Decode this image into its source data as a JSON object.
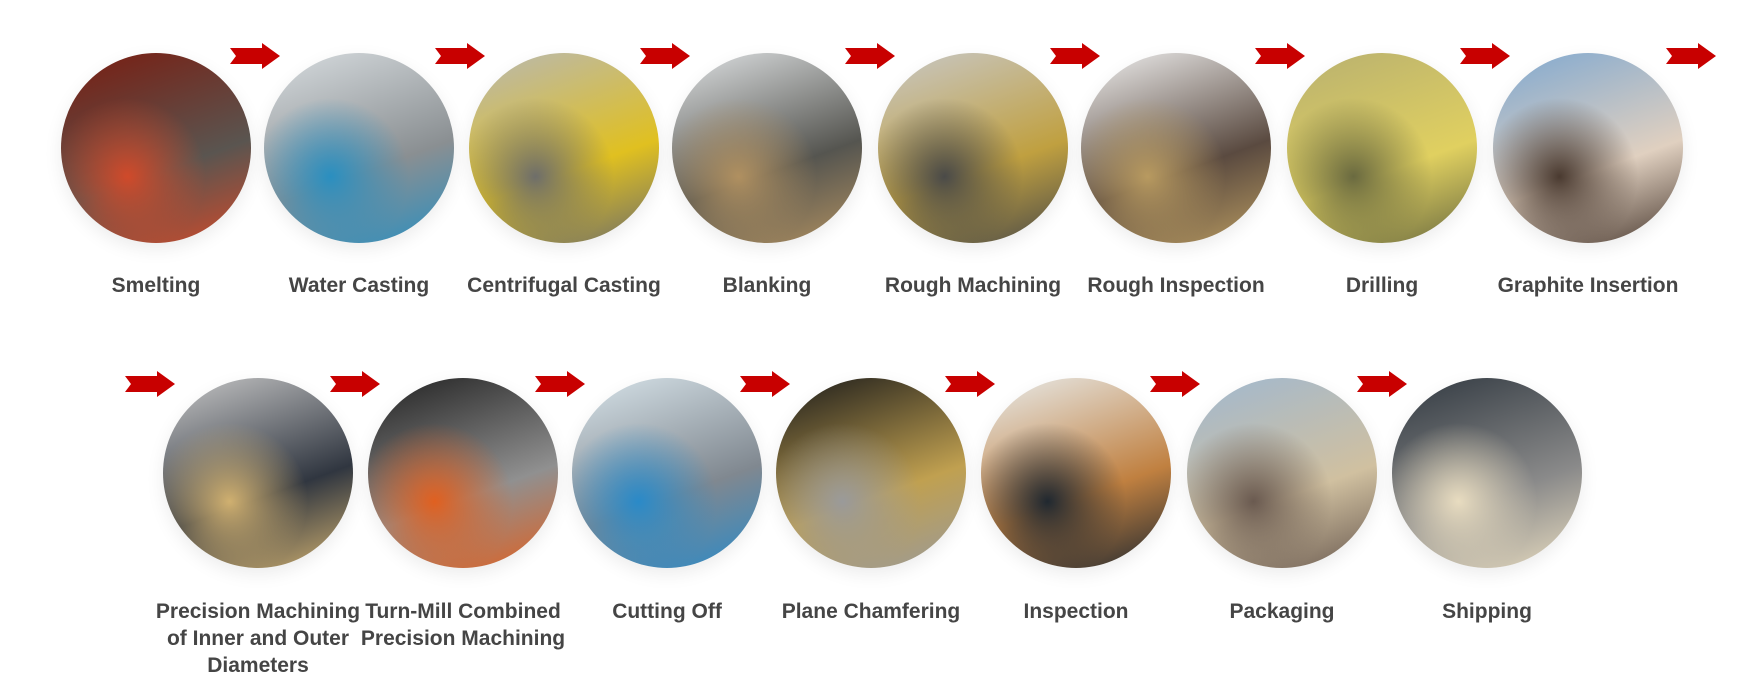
{
  "accent_color": "#c80000",
  "row1": [
    {
      "label": "Smelting",
      "photo": "furnace-molten-metal",
      "colors": [
        "#7a1c10",
        "#d04a2a",
        "#5a5550"
      ]
    },
    {
      "label": "Water Casting",
      "photo": "casting-workshop",
      "colors": [
        "#d8dde0",
        "#2a8fc0",
        "#8a8f92"
      ]
    },
    {
      "label": "Centrifugal Casting",
      "photo": "centrifugal-machine",
      "colors": [
        "#b8b8b4",
        "#6e6e6a",
        "#e0c020"
      ]
    },
    {
      "label": "Blanking",
      "photo": "bronze-bars",
      "colors": [
        "#dfe2e4",
        "#b09060",
        "#555550"
      ]
    },
    {
      "label": "Rough Machining",
      "photo": "lathe-machine",
      "colors": [
        "#c8c8c8",
        "#4a4a48",
        "#c0a040"
      ]
    },
    {
      "label": "Rough Inspection",
      "photo": "bronze-bushings",
      "colors": [
        "#f0f0f0",
        "#b89a60",
        "#5a4a40"
      ]
    },
    {
      "label": "Drilling",
      "photo": "drilling-machine",
      "colors": [
        "#b8b070",
        "#6a6a40",
        "#e0d060"
      ]
    },
    {
      "label": "Graphite Insertion",
      "photo": "workers-inserting-graphite",
      "colors": [
        "#7fa8d0",
        "#4a3a30",
        "#e0d0c0"
      ]
    }
  ],
  "row2": [
    {
      "label": "Precision Machining of Inner and Outer Diameters",
      "lines": [
        "Precision Machining",
        "of Inner and Outer",
        "Diameters"
      ],
      "photo": "vertical-lathe",
      "colors": [
        "#c8c8c8",
        "#d0b070",
        "#303640"
      ]
    },
    {
      "label": "Turn-Mill Combined Precision Machining",
      "lines": [
        "Turn-Mill Combined",
        "Precision Machining"
      ],
      "photo": "mazak-machine",
      "colors": [
        "#202020",
        "#e06020",
        "#909090"
      ]
    },
    {
      "label": "Cutting Off",
      "photo": "machine-hall",
      "colors": [
        "#d8e4ea",
        "#2a8ac8",
        "#808890"
      ]
    },
    {
      "label": "Plane Chamfering",
      "photo": "chamfering-closeup",
      "colors": [
        "#1a1a1a",
        "#9a9a9a",
        "#c0a050"
      ]
    },
    {
      "label": "Inspection",
      "photo": "cmm-inspection",
      "colors": [
        "#e8ecec",
        "#202830",
        "#c08040"
      ]
    },
    {
      "label": "Packaging",
      "photo": "workers-packaging",
      "colors": [
        "#a0b8d0",
        "#6a5a50",
        "#d0c0a0"
      ]
    },
    {
      "label": "Shipping",
      "photo": "wooden-crates",
      "colors": [
        "#303840",
        "#e8dcc0",
        "#8a8a8a"
      ]
    }
  ],
  "arrow_icon": "right-arrow-icon"
}
